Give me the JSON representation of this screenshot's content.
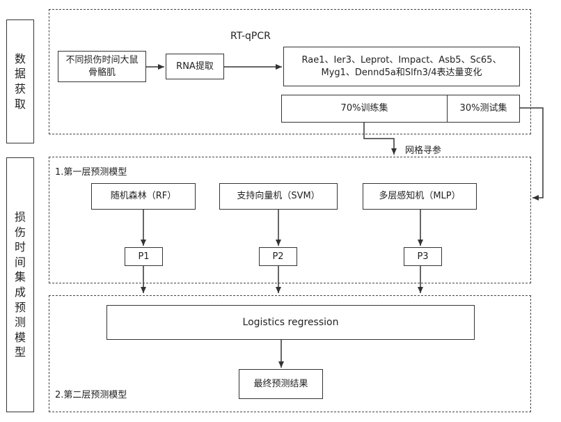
{
  "sections": {
    "data_acquisition": "数据获取",
    "ensemble_model": "损伤时间集成预测模型"
  },
  "boxes": {
    "sample": "不同损伤时间大鼠骨骼肌",
    "rna": "RNA提取",
    "genes_line1": "Rae1、Ier3、Leprot、Impact、Asb5、Sc65、",
    "genes_line2": "Myg1、Dennd5a和Slfn3/4表达量变化",
    "train": "70%训练集",
    "test": "30%测试集",
    "rf": "随机森林（RF）",
    "svm": "支持向量机（SVM）",
    "mlp": "多层感知机（MLP）",
    "p1": "P1",
    "p2": "P2",
    "p3": "P3",
    "logistic": "Logistics regression",
    "final": "最终预测结果"
  },
  "labels": {
    "rtqpcr": "RT-qPCR",
    "grid_search": "网格寻参",
    "layer1": "1.第一层预测模型",
    "layer2": "2.第二层预测模型"
  },
  "colors": {
    "line": "#333333",
    "background": "#ffffff"
  }
}
